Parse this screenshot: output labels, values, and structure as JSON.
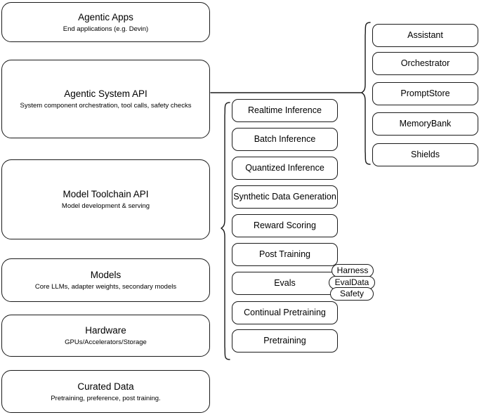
{
  "diagram": {
    "type": "layered-stack-architecture",
    "background_color": "#ffffff",
    "line_color": "#1a1a1a",
    "stack": [
      {
        "title": "Agentic Apps",
        "subtitle": "End applications (e.g. Devin)"
      },
      {
        "title": "Agentic System API",
        "subtitle": "System component orchestration, tool calls, safety checks"
      },
      {
        "title": "Model Toolchain API",
        "subtitle": "Model development & serving"
      },
      {
        "title": "Models",
        "subtitle": "Core LLMs, adapter weights, secondary models"
      },
      {
        "title": "Hardware",
        "subtitle": "GPUs/Accelerators/Storage"
      },
      {
        "title": "Curated Data",
        "subtitle": "Pretraining, preference, post training."
      }
    ],
    "toolchain_capabilities": [
      "Realtime Inference",
      "Batch Inference",
      "Quantized Inference",
      "Synthetic Data Generation",
      "Reward Scoring",
      "Post Training",
      "Evals",
      "Continual Pretraining",
      "Pretraining"
    ],
    "system_components": [
      "Assistant",
      "Orchestrator",
      "PromptStore",
      "MemoryBank",
      "Shields"
    ],
    "evals_pills": [
      "Harness",
      "EvalData",
      "Safety"
    ]
  }
}
